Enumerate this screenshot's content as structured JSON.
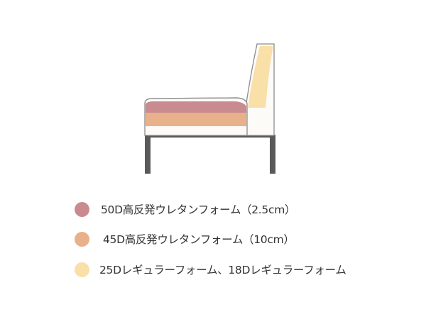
{
  "colors": {
    "background": "#ffffff",
    "outline": "#8c8c8c",
    "frame_fill": "#fcfbf8",
    "leg_steel": "#5a5a5a",
    "foam_50d": "#c98b8f",
    "foam_45d": "#e8b18a",
    "foam_regular": "#f9dfa8"
  },
  "legend": [
    {
      "label": "50D高反発ウレタンフォーム（2.5cm）",
      "color": "#c98b8f"
    },
    {
      "label": "45D高反発ウレタンフォーム（10cm）",
      "color": "#e8b18a"
    },
    {
      "label": "25Dレギュラーフォーム、18Dレギュラーフォーム",
      "color": "#f9dfa8"
    }
  ]
}
